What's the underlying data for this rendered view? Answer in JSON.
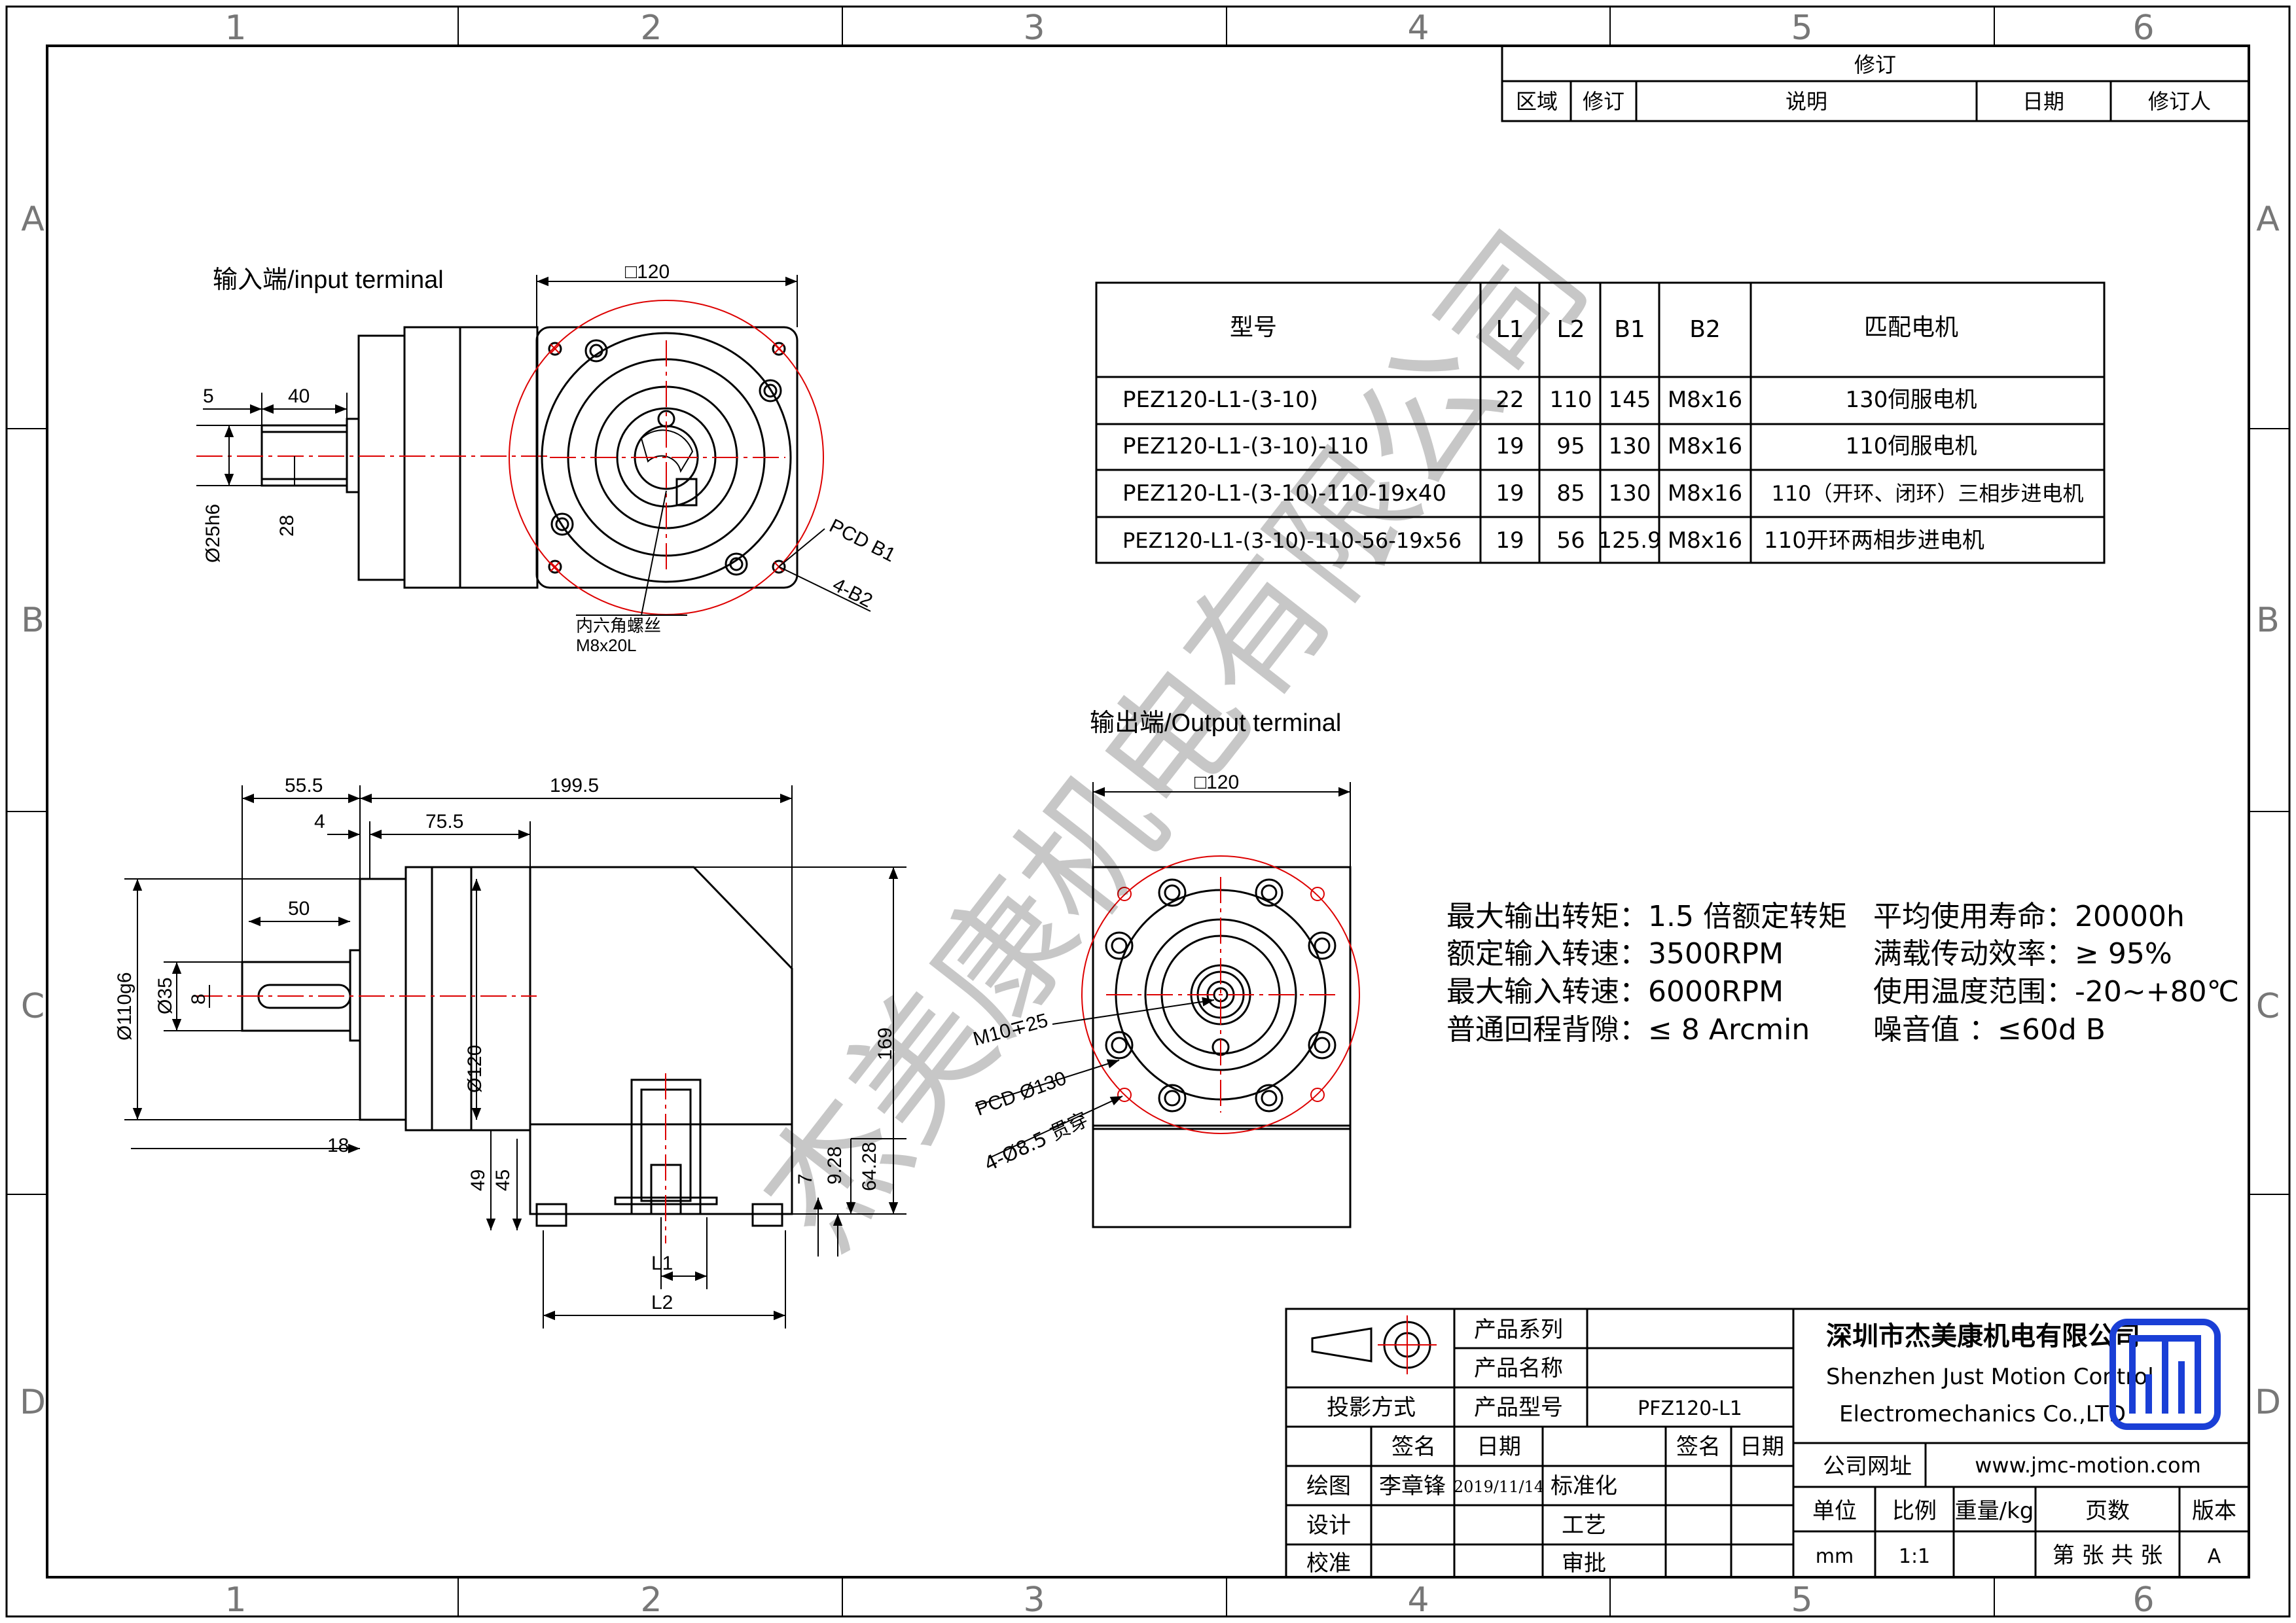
{
  "frame": {
    "cols": [
      "1",
      "2",
      "3",
      "4",
      "5",
      "6"
    ],
    "rows": [
      "A",
      "B",
      "C",
      "D"
    ]
  },
  "revision": {
    "title": "修订",
    "headers": [
      "区域",
      "修订",
      "说明",
      "日期",
      "修订人"
    ]
  },
  "input_view": {
    "label": "输入端/input terminal",
    "dims": {
      "square": "□120",
      "d5": "5",
      "d40": "40",
      "d25": "Ø25h6",
      "d28": "28",
      "pcd_b1": "PCD B1",
      "b2": "4-B2",
      "screw1": "内六角螺丝",
      "screw2": "M8x20L"
    }
  },
  "output_view": {
    "label": "输出端/Output terminal",
    "dims": {
      "square": "□120",
      "m10": "M10∓25",
      "pcd130": "PCD Ø130",
      "holes": "4-Ø8.5 贯穿"
    }
  },
  "side_view": {
    "dims": {
      "d55": "55.5",
      "d199": "199.5",
      "d4": "4",
      "d75": "75.5",
      "d50": "50",
      "d110": "Ø110g6",
      "d35": "Ø35",
      "d8": "8",
      "d120": "Ø120",
      "d169": "169",
      "d18": "18",
      "d49": "49",
      "d45": "45",
      "d7": "7",
      "d928": "9.28",
      "d6428": "64.28",
      "L1": "L1",
      "L2": "L2"
    }
  },
  "model_table": {
    "headers": [
      "型号",
      "L1",
      "L2",
      "B1",
      "B2",
      "匹配电机"
    ],
    "rows": [
      [
        "PEZ120-L1-(3-10)",
        "22",
        "110",
        "145",
        "M8x16",
        "130伺服电机"
      ],
      [
        "PEZ120-L1-(3-10)-110",
        "19",
        "95",
        "130",
        "M8x16",
        "110伺服电机"
      ],
      [
        "PEZ120-L1-(3-10)-110-19x40",
        "19",
        "85",
        "130",
        "M8x16",
        "110（开环、闭环）三相步进电机"
      ],
      [
        "PEZ120-L1-(3-10)-110-56-19x56",
        "19",
        "56",
        "125.9",
        "M8x16",
        "110开环两相步进电机"
      ]
    ]
  },
  "specs": {
    "left": [
      "最大输出转矩：1.5 倍额定转矩",
      "额定输入转速：3500RPM",
      "最大输入转速：6000RPM",
      "普通回程背隙：≤ 8 Arcmin"
    ],
    "right": [
      "平均使用寿命：20000h",
      "满载传动效率：≥   95%",
      "使用温度范围：-20~+80℃",
      "噪音值          ：≤60d B"
    ]
  },
  "watermark": "杰美康机电有限公司",
  "title_block": {
    "series_label": "产品系列",
    "name_label": "产品名称",
    "projection": "投影方式",
    "model_label": "产品型号",
    "model_value": "PFZ120-L1",
    "sign": "签名",
    "date": "日期",
    "draw": "绘图",
    "drawer": "李章锋",
    "draw_date": "2019/11/14",
    "standard": "标准化",
    "design": "设计",
    "process": "工艺",
    "check": "校准",
    "approve": "审批",
    "company_cn": "深圳市杰美康机电有限公司",
    "company_en1": "Shenzhen Just Motion Control",
    "company_en2": "Electromechanics Co.,LTD",
    "web_label": "公司网址",
    "web": "www.jmc-motion.com",
    "unit_label": "单位",
    "scale_label": "比例",
    "weight_label": "重量/kg",
    "pages_label": "页数",
    "version_label": "版本",
    "unit": "mm",
    "scale": "1:1",
    "pages": "第 张 共 张",
    "version": "A",
    "brand_color": "#1a3fd6"
  }
}
